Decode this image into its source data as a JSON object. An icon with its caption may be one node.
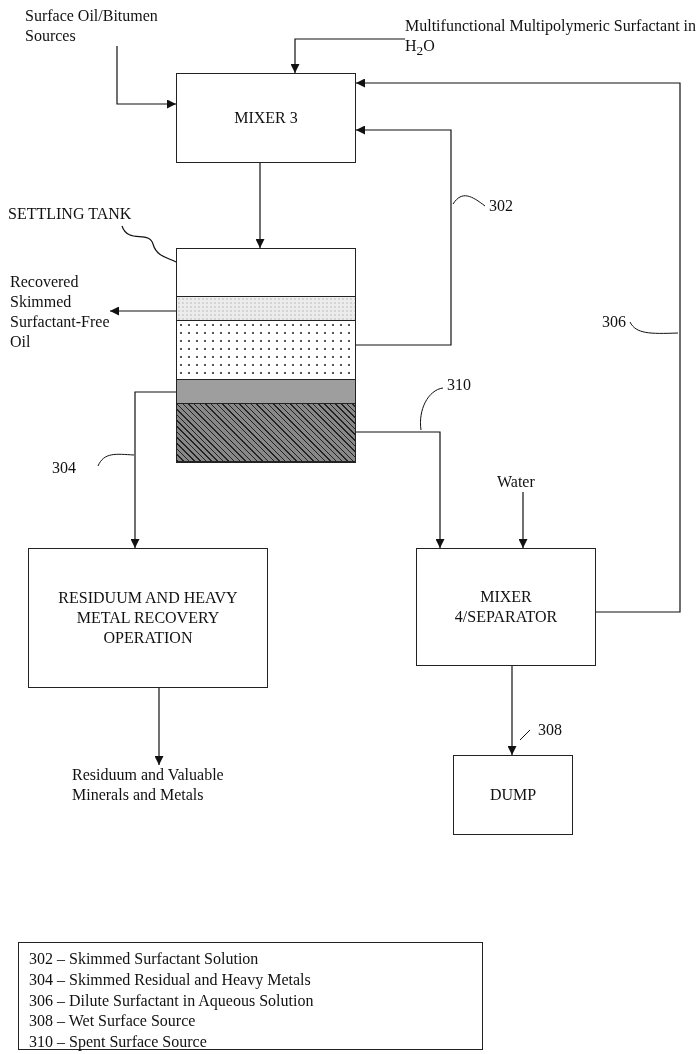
{
  "diagram": {
    "nodes": [
      {
        "text": [
          "Surface Oil/Bitumen Sources"
        ]
      },
      {
        "text": [
          "Multifunctional Multipolymeric Surfactant in H$_{2}$O"
        ]
      },
      {
        "text": [
          "MIXER 3"
        ]
      },
      {
        "text": [
          "SETTLING TANK"
        ]
      },
      {
        "text": [],
        "shape": "box"
      },
      {
        "text": [],
        "shape": "bar",
        "in": 4
      },
      {
        "text": [],
        "shape": "bar",
        "in": 4
      },
      {
        "text": [],
        "shape": "bar",
        "in": 4
      },
      {
        "text": [],
        "shape": "bar",
        "in": 4
      },
      {
        "text": [],
        "shape": "bar",
        "in": 4
      },
      {
        "text": [
          "Recovered Skimmed Surfactant-Free Oil"
        ]
      },
      {
        "text": [
          "RESIDUUM AND HEAVY METAL RECOVERY OPERATION"
        ]
      },
      {
        "text": [
          "Water"
        ]
      },
      {
        "text": [
          "MIXER 4/SEPARATOR"
        ]
      },
      {
        "text": [
          "Residuum and Valuable Minerals and Metals"
        ]
      },
      {
        "text": [
          "DUMP"
        ]
      },
      {
        "text": [
          "302 – Skimmed Surfactant Solution",
          "304 – Skimmed Residual and Heavy Metals",
          "306 – Dilute Surfactant in Aqueous Solution",
          "308 – Wet Surface Source",
          "310 – Spent Surface Source"
        ]
      }
    ],
    "edges": [
      {
        "from": 0,
        "to": 2,
        "arrow": "to"
      },
      {
        "from": 1,
        "to": 2,
        "arrow": "to"
      },
      {
        "from": 2,
        "to": 4,
        "arrow": "to"
      },
      {
        "from": 3,
        "to": 4,
        "arrow": "none"
      },
      {
        "from": 6,
        "to": 10,
        "arrow": "to"
      },
      {
        "from": 7,
        "to": 2,
        "arrow": "to",
        "label": "302"
      },
      {
        "from": 8,
        "to": 11,
        "arrow": "to",
        "label": "304"
      },
      {
        "from": 9,
        "to": 13,
        "arrow": "to",
        "label": "310"
      },
      {
        "from": 12,
        "to": 13,
        "arrow": "to"
      },
      {
        "from": 13,
        "to": 2,
        "arrow": "to",
        "label": "306"
      },
      {
        "from": 11,
        "to": 14,
        "arrow": "to"
      },
      {
        "from": 13,
        "to": 15,
        "arrow": "to",
        "label": "308"
      }
    ]
  }
}
